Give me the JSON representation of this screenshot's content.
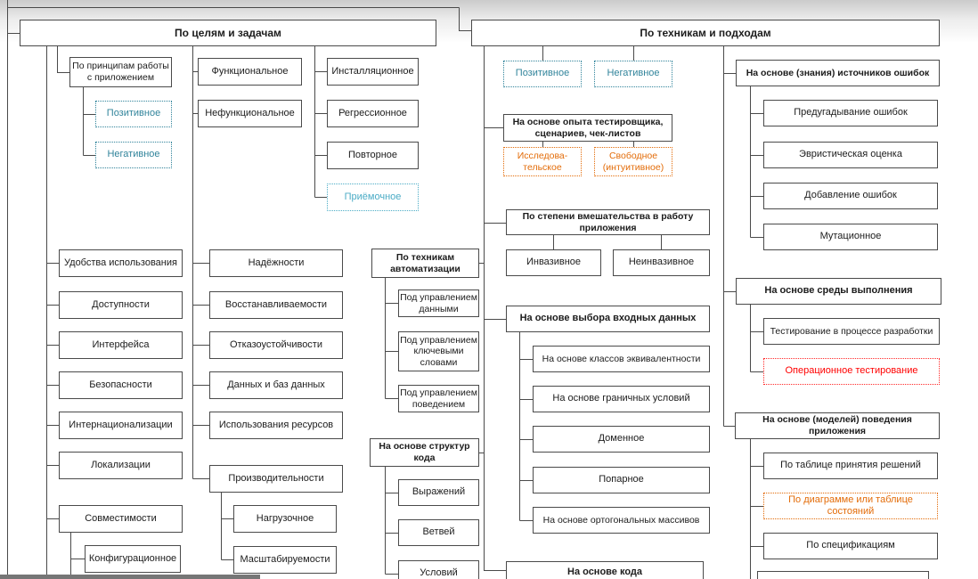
{
  "colors": {
    "line": "#4A4A4A",
    "teal_accent": "#31849B",
    "light_blue_accent": "#4BACC6",
    "orange_accent": "#E36C09",
    "red_accent": "#FF0000"
  },
  "goals": {
    "header": "По целям и задачам",
    "principles": "По принципам работы\nс приложением",
    "positive": "Позитивное",
    "negative": "Негативное",
    "functional": "Функциональное",
    "nonfunctional": "Нефункциональное",
    "installation": "Инсталляционное",
    "regression": "Регрессионное",
    "repeated": "Повторное",
    "acceptance": "Приёмочное",
    "usability": "Удобства использования",
    "accessibility": "Доступности",
    "interface": "Интерфейса",
    "security": "Безопасности",
    "i18n": "Интернационализации",
    "l10n": "Локализации",
    "compatibility": "Совместимости",
    "configuration": "Конфигурационное",
    "reliability": "Надёжности",
    "recoverability": "Восстанавливаемости",
    "failover": "Отказоустойчивости",
    "data_db": "Данных и баз данных",
    "resources": "Использования ресурсов",
    "performance": "Производительности",
    "load": "Нагрузочное",
    "scalability": "Масштабируемости",
    "automation": "По техникам\nавтоматизации",
    "data_driven": "Под управлением\nданными",
    "keyword_driven": "Под управлением\nключевыми\nсловами",
    "behavior_driven": "Под управлением\nповедением",
    "code_structures": "На основе структур\nкода",
    "statements": "Выражений",
    "branches": "Ветвей",
    "conditions": "Условий"
  },
  "techniques": {
    "header": "По техникам и подходам",
    "positive": "Позитивное",
    "negative": "Негативное",
    "experience": "На основе опыта тестировщика,\nсценариев, чек-листов",
    "exploratory": "Исследова-\nтельское",
    "freeform": "Свободное\n(интуитивное)",
    "invasiveness": "По степени вмешательства в работу\nприложения",
    "invasive": "Инвазивное",
    "noninvasive": "Неинвазивное",
    "input_data": "На основе выбора входных данных",
    "equivalence": "На основе классов эквивалентности",
    "boundary": "На основе граничных условий",
    "domain": "Доменное",
    "pairwise": "Попарное",
    "orthogonal": "На основе ортогональных массивов",
    "code_based": "На основе кода",
    "error_sources": "На основе (знания) источников ошибок",
    "error_guessing": "Предугадывание ошибок",
    "heuristic": "Эвристическая оценка",
    "fault_injection": "Добавление ошибок",
    "mutation": "Мутационное",
    "environment": "На основе среды выполнения",
    "in_dev": "Тестирование в процессе разработки",
    "operational": "Операционное тестирование",
    "models": "На основе (моделей) поведения\nприложения",
    "decision_table": "По таблице принятия решений",
    "state_diagram": "По диаграмме или таблице\nсостояний",
    "specifications": "По спецификациям"
  }
}
